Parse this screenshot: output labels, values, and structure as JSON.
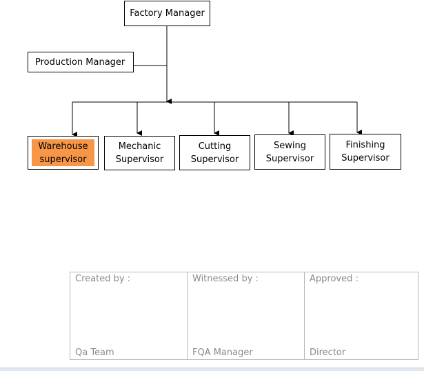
{
  "org_chart": {
    "top": "Factory Manager",
    "assistant": "Production Manager",
    "supervisors": [
      {
        "line1": "Warehouse",
        "line2": "supervisor"
      },
      {
        "line1": "Mechanic",
        "line2": "Supervisor"
      },
      {
        "line1": "Cutting",
        "line2": "Supervisor"
      },
      {
        "line1": "Sewing",
        "line2": "Supervisor"
      },
      {
        "line1": "Finishing",
        "line2": "Supervisor"
      }
    ],
    "highlight_color": "#f79646"
  },
  "signoff": {
    "created_label": "Created by :",
    "created_by": "Qa Team",
    "witnessed_label": "Witnessed by :",
    "witnessed_by": "FQA Manager",
    "approved_label": "Approved :",
    "approved_by": "Director"
  }
}
